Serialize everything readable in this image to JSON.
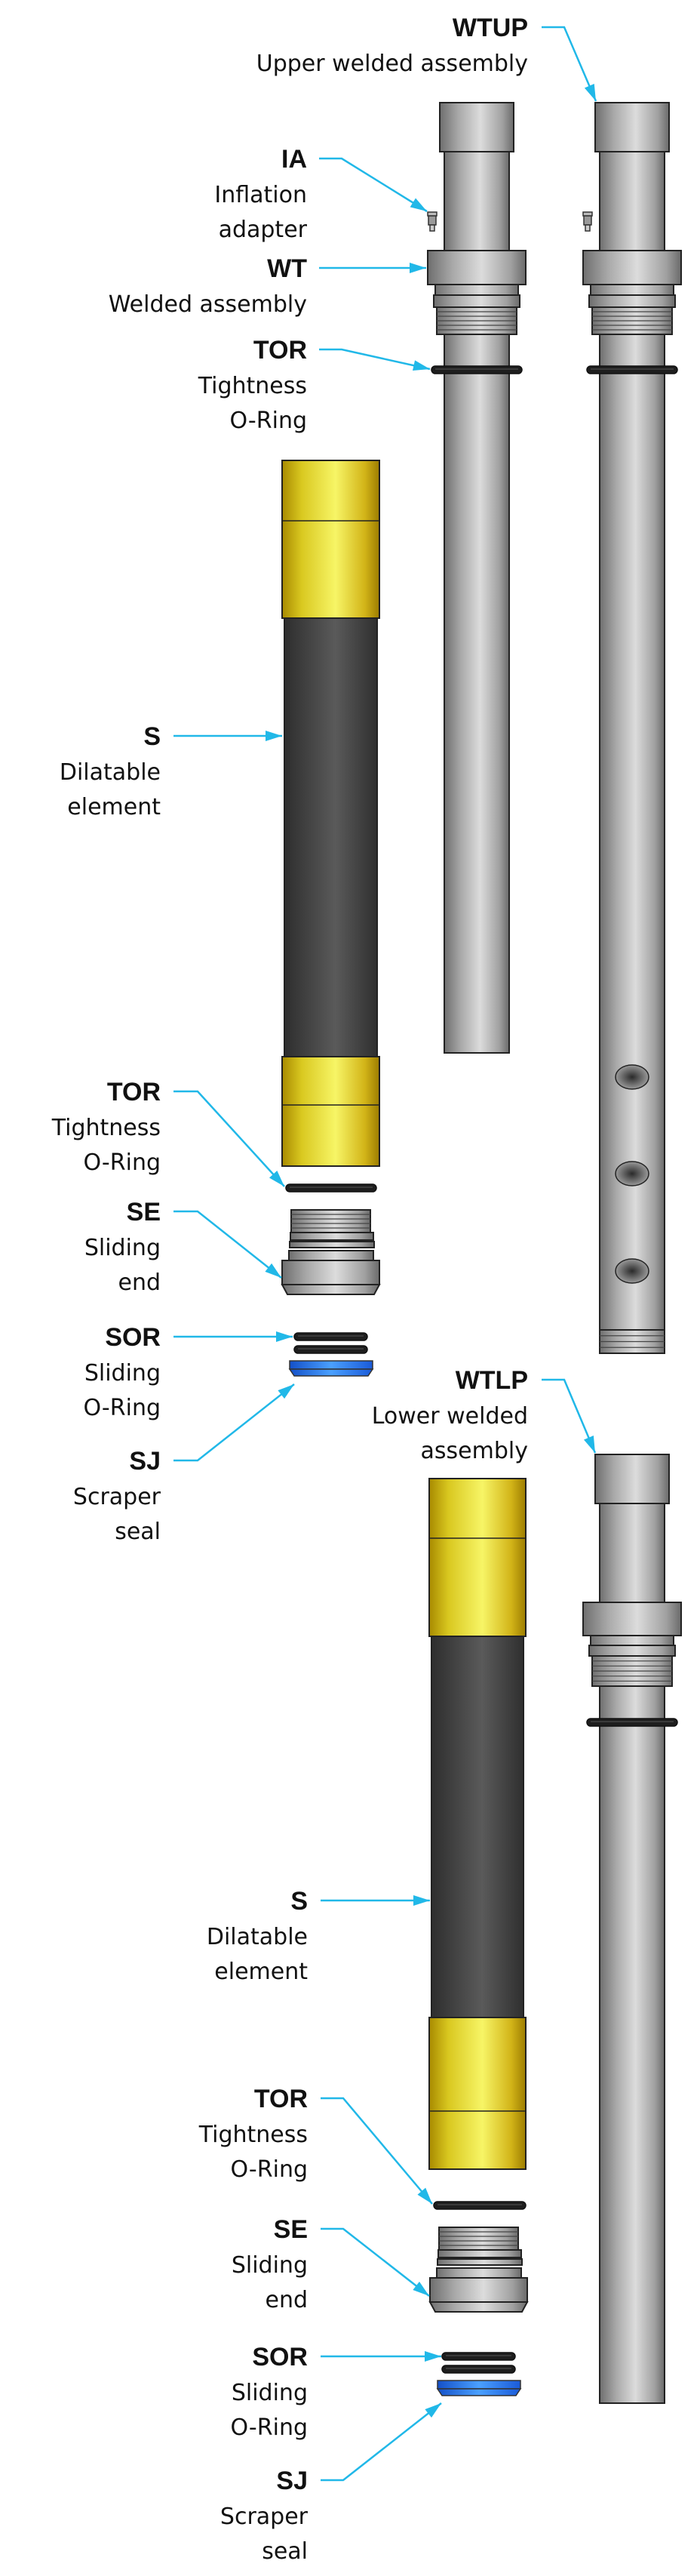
{
  "diagram": {
    "title": "",
    "colors": {
      "leader": "#21b8e8",
      "steel_light": "#d9d9d9",
      "steel_dark": "#6e6e6e",
      "yellow_light": "#f7f566",
      "yellow_dark": "#a88a00",
      "rubber_light": "#5a5a5a",
      "rubber_dark": "#2e2e2e",
      "blue_light": "#4aa0ff",
      "blue_dark": "#1450c8",
      "oring": "#222222"
    },
    "labels": [
      {
        "id": "wtup",
        "code": "WTUP",
        "lines": [
          "Upper welded assembly"
        ]
      },
      {
        "id": "ia",
        "code": "IA",
        "lines": [
          "Inflation",
          "adapter"
        ]
      },
      {
        "id": "wt",
        "code": "WT",
        "lines": [
          "Welded assembly"
        ]
      },
      {
        "id": "tor1",
        "code": "TOR",
        "lines": [
          "Tightness",
          "O-Ring"
        ]
      },
      {
        "id": "s1",
        "code": "S",
        "lines": [
          "Dilatable",
          "element"
        ]
      },
      {
        "id": "tor2",
        "code": "TOR",
        "lines": [
          "Tightness",
          "O-Ring"
        ]
      },
      {
        "id": "se1",
        "code": "SE",
        "lines": [
          "Sliding",
          "end"
        ]
      },
      {
        "id": "sor1",
        "code": "SOR",
        "lines": [
          "Sliding",
          "O-Ring"
        ]
      },
      {
        "id": "sj1",
        "code": "SJ",
        "lines": [
          "Scraper",
          "seal"
        ]
      },
      {
        "id": "wtlp",
        "code": "WTLP",
        "lines": [
          "Lower welded",
          "assembly"
        ]
      },
      {
        "id": "s2",
        "code": "S",
        "lines": [
          "Dilatable",
          "element"
        ]
      },
      {
        "id": "tor3",
        "code": "TOR",
        "lines": [
          "Tightness",
          "O-Ring"
        ]
      },
      {
        "id": "se2",
        "code": "SE",
        "lines": [
          "Sliding",
          "end"
        ]
      },
      {
        "id": "sor2",
        "code": "SOR",
        "lines": [
          "Sliding",
          "O-Ring"
        ]
      },
      {
        "id": "sj2",
        "code": "SJ",
        "lines": [
          "Scraper",
          "seal"
        ]
      }
    ],
    "parts": {
      "upper_welded_assembly_holes": 3
    }
  }
}
